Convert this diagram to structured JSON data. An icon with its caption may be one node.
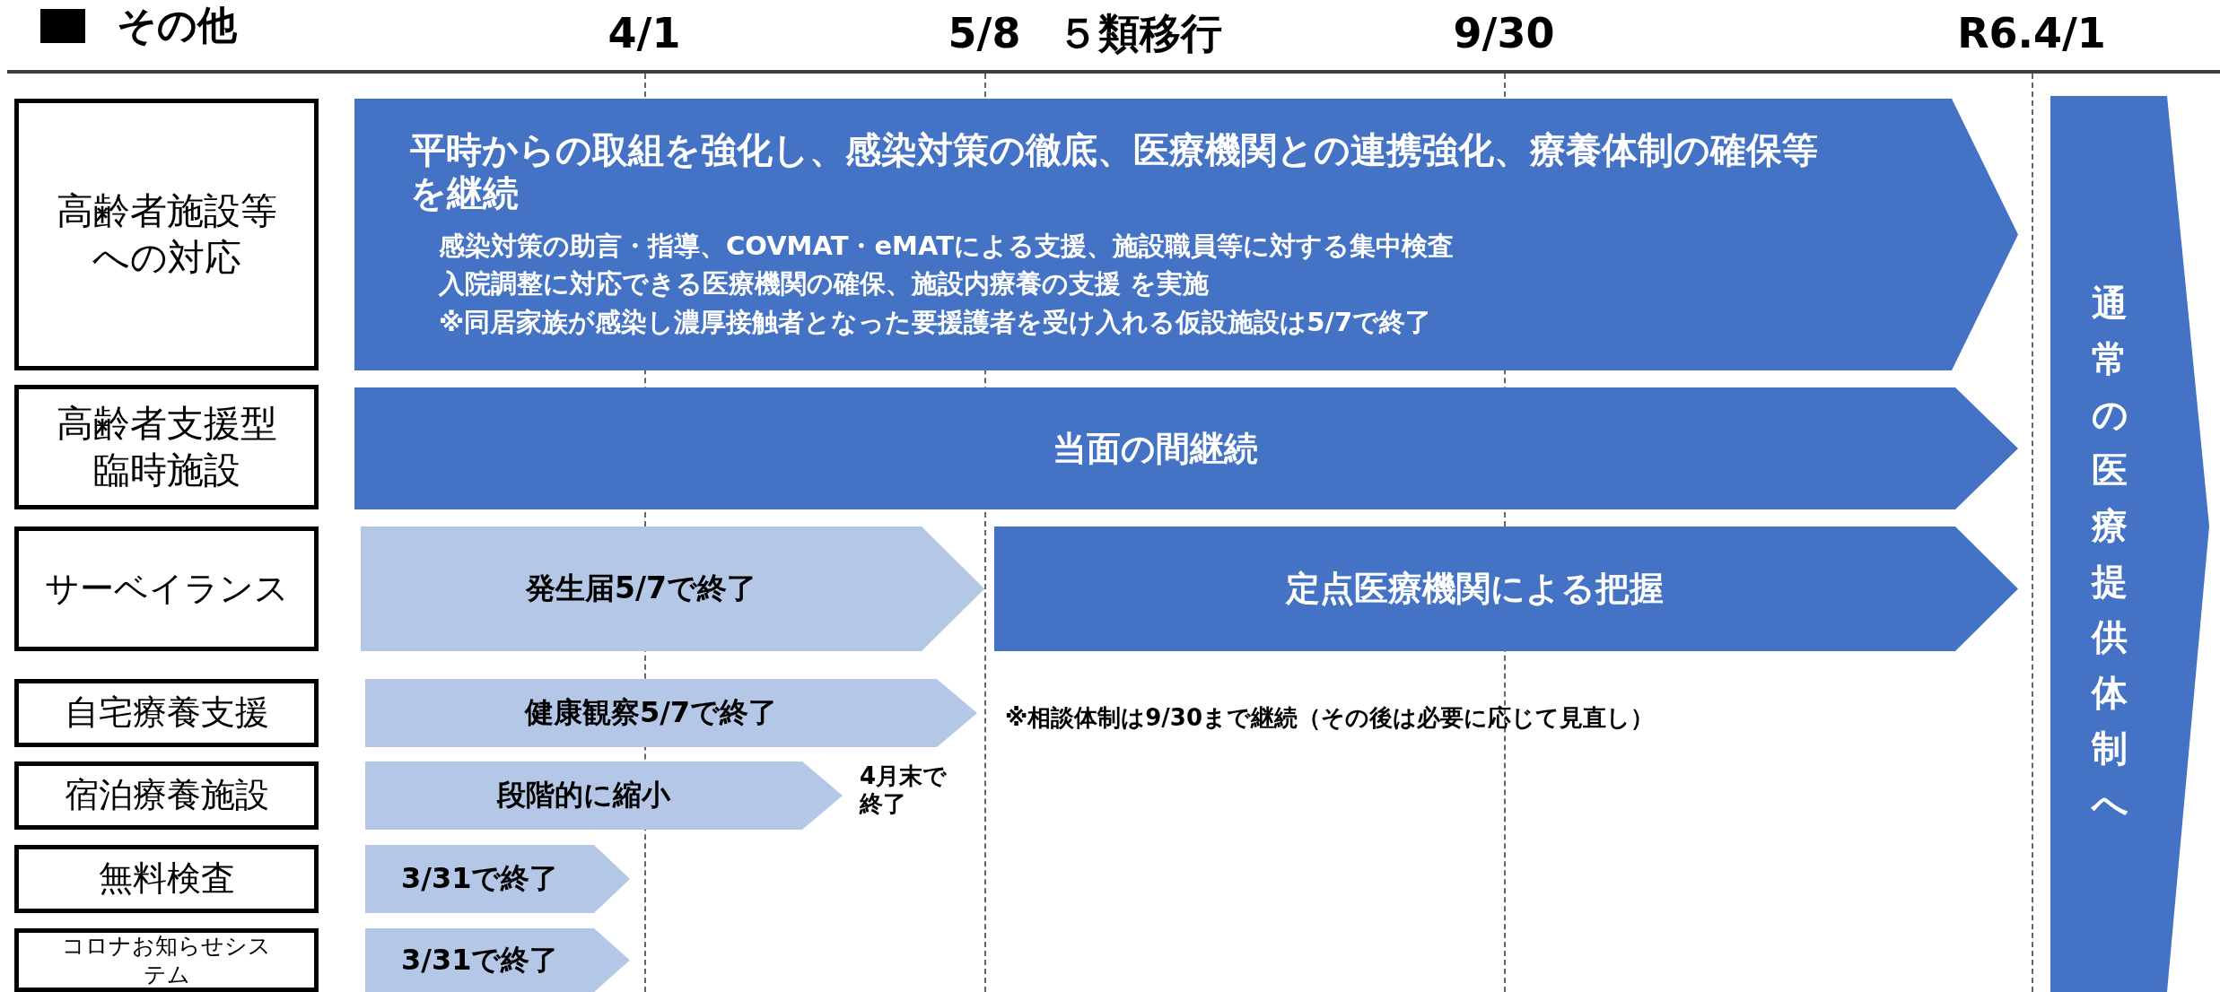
{
  "diagram": {
    "title": "その他",
    "nodes": [
      {
        "text": [
          "高齢者施設等への対応"
        ]
      },
      {
        "text": [
          "平時からの取組を強化し、感染対策の徹底、医療機関との連携強化、療養体制の確保等を継続",
          "感染対策の助言・指導、COVMAT・eMATによる支援、施設職員等に対する集中検査",
          "入院調整に対応できる医療機関の確保、施設内療養の支援 を実施",
          "※同居家族が感染し濃厚接触者となった要援護者を受け入れる仮設施設は5/7で終了"
        ]
      },
      {
        "text": [
          "高齢者支援型臨時施設"
        ]
      },
      {
        "text": [
          "当面の間継続"
        ]
      },
      {
        "text": [
          "サーベイランス"
        ]
      },
      {
        "text": [
          "発生届5/7で終了"
        ]
      },
      {
        "text": [
          "定点医療機関による把握"
        ]
      },
      {
        "text": [
          "自宅療養支援"
        ]
      },
      {
        "text": [
          "健康観察5/7で終了"
        ]
      },
      {
        "text": [
          "宿泊療養施設"
        ]
      },
      {
        "text": [
          "段階的に縮小"
        ],
        "beside": [
          "4月末で終了"
        ]
      },
      {
        "text": [
          "無料検査"
        ]
      },
      {
        "text": [
          "3/31で終了"
        ]
      },
      {
        "text": [
          "コロナお知らせシステム"
        ]
      },
      {
        "text": [
          "3/31で終了"
        ]
      },
      {
        "text": [
          "通常の医療提供体制へ"
        ]
      }
    ],
    "labels": [
      "4/1",
      "5/8",
      "５類移行",
      "9/30",
      "R6.4/1",
      "※相談体制は9/30まで継続（その後は必要に応じて見直し）"
    ]
  }
}
